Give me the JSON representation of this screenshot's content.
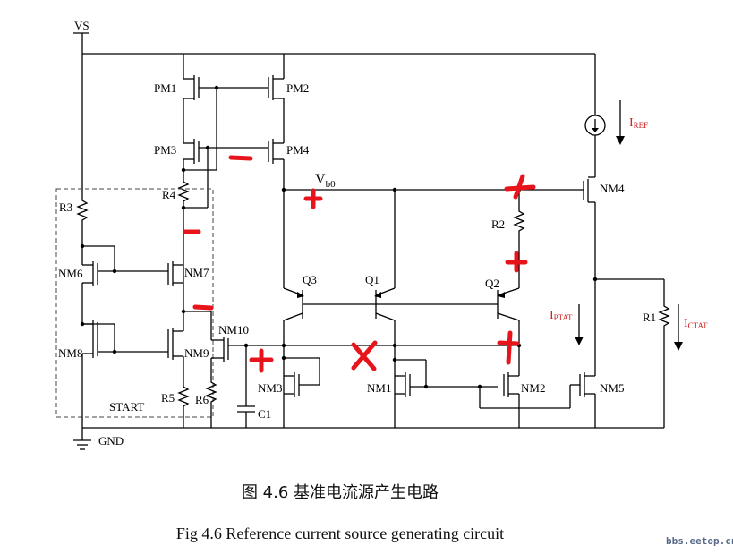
{
  "labels": {
    "vs": "VS",
    "gnd": "GND",
    "start": "START",
    "vb0": "V",
    "vb0_sub": "b0",
    "pm1": "PM1",
    "pm2": "PM2",
    "pm3": "PM3",
    "pm4": "PM4",
    "r3": "R3",
    "r4": "R4",
    "r2": "R2",
    "r1": "R1",
    "r5": "R5",
    "r6": "R6",
    "nm6": "NM6",
    "nm7": "NM7",
    "nm8": "NM8",
    "nm9": "NM9",
    "nm10": "NM10",
    "nm3": "NM3",
    "nm1": "NM1",
    "nm2": "NM2",
    "nm4": "NM4",
    "nm5": "NM5",
    "q1": "Q1",
    "q2": "Q2",
    "q3": "Q3",
    "c1": "C1"
  },
  "currents": {
    "iref": "I",
    "iref_sub": "REF",
    "iptat": "I",
    "iptat_sub": "PTAT",
    "ictat": "I",
    "ictat_sub": "CTAT"
  },
  "caption": {
    "chinese": "图 4.6 基准电流源产生电路",
    "english": "Fig 4.6 Reference current source generating circuit"
  },
  "watermark": "bbs.eetop.cn",
  "colors": {
    "wire": "#000000",
    "marker": "#e8141c",
    "current_label": "#cc2222"
  }
}
